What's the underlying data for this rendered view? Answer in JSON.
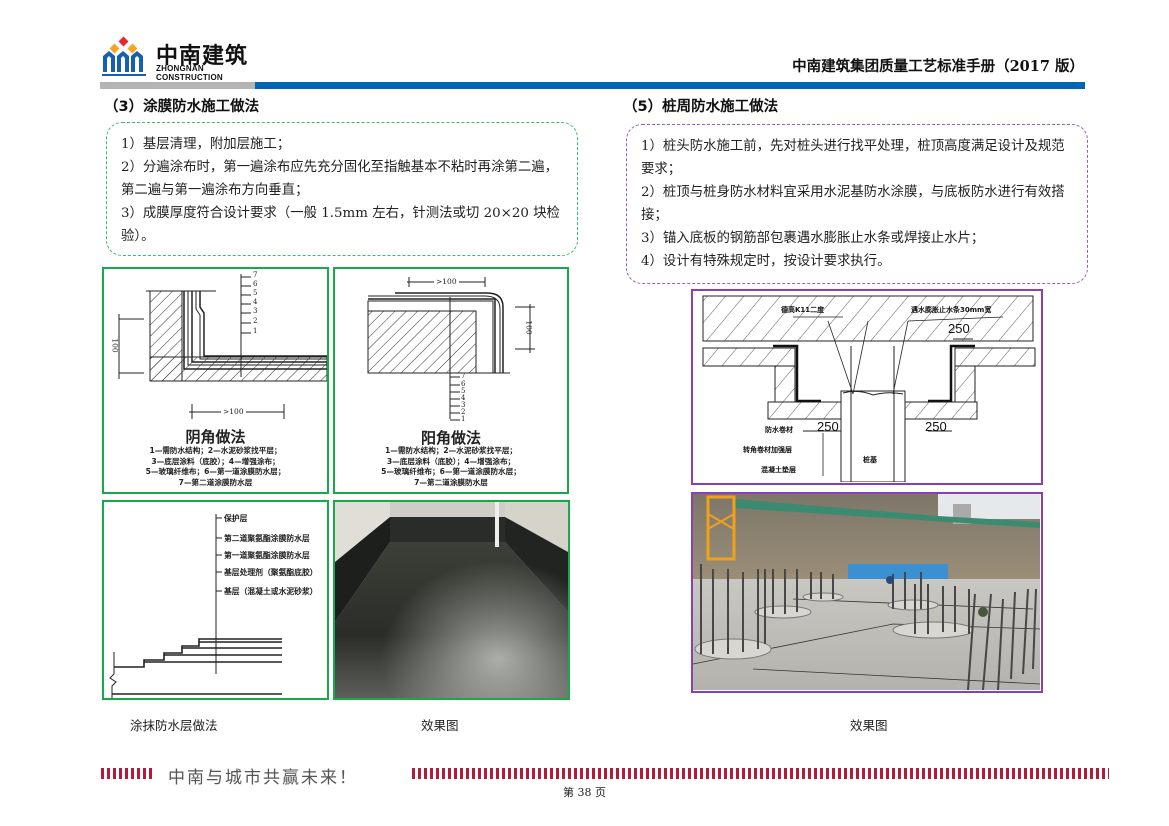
{
  "header": {
    "logo_cn": "中南建筑",
    "logo_en": "ZHONGNAN CONSTRUCTION",
    "title": "中南建筑集团质量工艺标准手册（2017 版）",
    "colors": {
      "bar_gray": "#b4b4b4",
      "bar_blue": "#0066b3"
    }
  },
  "left_section": {
    "title": "（3）涂膜防水施工做法",
    "notes": [
      "1）基层清理，附加层施工；",
      "2）分遍涂布时，第一遍涂布应先充分固化至指触基本不粘时再涂第二遍，第二遍与第一遍涂布方向垂直；",
      "3）成膜厚度符合设计要求（一般 1.5mm 左右，针测法或切 20×20 块检验）。"
    ],
    "box_color": "#3dbb6a",
    "figures": {
      "inside_corner": {
        "title": "阴角做法",
        "numbers": [
          "7",
          "6",
          "5",
          "4",
          "3",
          "2",
          "1"
        ],
        "dim_vertical": "100",
        "dim_horizontal": ">100",
        "legend": [
          "1—需防水结构；2—水泥砂浆找平层；",
          "3—底层涂料（底胶）；4—增强涂布；",
          "5—玻璃纤维布；6—第一道涂膜防水层；",
          "7—第二道涂膜防水层"
        ]
      },
      "outside_corner": {
        "title": "阳角做法",
        "numbers": [
          "7",
          "6",
          "5",
          "4",
          "3",
          "2",
          "1"
        ],
        "dim_vertical": "100",
        "dim_horizontal": ">100",
        "legend": [
          "1—需防水结构；2—水泥砂浆找平层；",
          "3—底层涂料（底胶）；4—增强涂布；",
          "5—玻璃纤维布；6—第一道涂膜防水层；",
          "7—第二道涂膜防水层"
        ]
      },
      "layers": {
        "labels": [
          "保护层",
          "第二道聚氨酯涂膜防水层",
          "第一道聚氨酯涂膜防水层",
          "基层处理剂（聚氨酯底胶）",
          "基层（混凝土或水泥砂浆）"
        ]
      }
    },
    "captions": [
      "涂抹防水层做法",
      "效果图"
    ]
  },
  "right_section": {
    "title": "（5）桩周防水施工做法",
    "notes": [
      "1）桩头防水施工前，先对桩头进行找平处理，桩顶高度满足设计及规范要求；",
      "2）桩顶与桩身防水材料宜采用水泥基防水涂膜，与底板防水进行有效搭接；",
      "3）锚入底板的钢筋部包裹遇水膨胀止水条或焊接止水片；",
      "4）设计有特殊规定时，按设计要求执行。"
    ],
    "box_color": "#9b5bc8",
    "cad": {
      "label_top_left": "德高K11二度",
      "label_top_right": "遇水膨胀止水条30mm宽",
      "dim_top": "250",
      "dim_left": "250",
      "dim_right": "250",
      "label_membrane": "防水卷材",
      "label_corner": "转角卷材加强层",
      "label_cushion": "混凝土垫层",
      "label_pile": "桩基"
    },
    "caption": "效果图"
  },
  "footer": {
    "slogan": "中南与城市共赢未来！",
    "page": "第 38 页",
    "stripe_color": "#b01c3a"
  }
}
